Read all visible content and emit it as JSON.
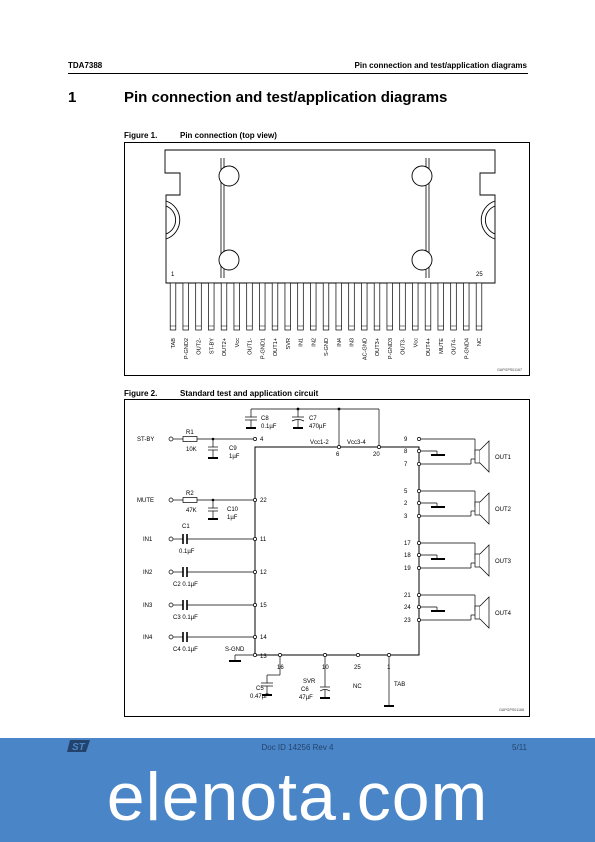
{
  "header": {
    "left": "TDA7388",
    "right": "Pin connection and test/application diagrams"
  },
  "section": {
    "number": "1",
    "title": "Pin connection and test/application diagrams"
  },
  "figure1": {
    "label": "Figure 1.",
    "caption": "Pin connection (top view)",
    "first_pin": "1",
    "last_pin": "25",
    "pins": [
      "TAB",
      "P-GND2",
      "OUT2-",
      "ST-BY",
      "OUT2+",
      "Vcc",
      "OUT1-",
      "P-GND1",
      "OUT1+",
      "SVR",
      "IN1",
      "IN2",
      "S-GND",
      "IN4",
      "IN3",
      "AC-GND",
      "OUT3+",
      "P-GND3",
      "OUT3-",
      "Vcc",
      "OUT4+",
      "MUTE",
      "OUT4-",
      "P-GND4",
      "NC"
    ],
    "code": "GAPGPS01167"
  },
  "figure2": {
    "label": "Figure 2.",
    "caption": "Standard test and application circuit",
    "code": "GAPGPS01168",
    "supply": {
      "c8": "C8",
      "c8_val": "0.1µF",
      "c7": "C7",
      "c7_val": "470µF",
      "vcc12": "Vcc1-2",
      "vcc34": "Vcc3-4",
      "pin6": "6",
      "pin20": "20"
    },
    "inputs": [
      {
        "name": "ST-BY",
        "pin": "4"
      },
      {
        "name": "MUTE",
        "pin": "22"
      },
      {
        "name": "IN1",
        "pin": "11"
      },
      {
        "name": "IN2",
        "pin": "12"
      },
      {
        "name": "IN3",
        "pin": "15"
      },
      {
        "name": "IN4",
        "pin": "14"
      }
    ],
    "r1": "R1",
    "r1_val": "10K",
    "c9": "C9",
    "c9_val": "1µF",
    "r2": "R2",
    "r2_val": "47K",
    "c10": "C10",
    "c10_val": "1µF",
    "c1": "C1",
    "c1_val": "0.1µF",
    "c2": "C2 0.1µF",
    "c3": "C3 0.1µF",
    "c4": "C4 0.1µF",
    "sgnd": "S-GND",
    "sgnd_pin": "13",
    "bottom": {
      "p16": "16",
      "p10": "10",
      "p25": "25",
      "p1": "1",
      "svr": "SVR",
      "nc": "NC",
      "tab": "TAB",
      "c5": "C5",
      "c5_val": "0.47µF",
      "c6": "C6",
      "c6_val": "47µF"
    },
    "outputs": [
      {
        "name": "OUT1",
        "pins": [
          "9",
          "8",
          "7"
        ]
      },
      {
        "name": "OUT2",
        "pins": [
          "5",
          "2",
          "3"
        ]
      },
      {
        "name": "OUT3",
        "pins": [
          "17",
          "18",
          "19"
        ]
      },
      {
        "name": "OUT4",
        "pins": [
          "21",
          "24",
          "23"
        ]
      }
    ]
  },
  "footer": {
    "doc_id": "Doc ID 14256 Rev 4",
    "page": "5/11",
    "watermark": "elenota.com"
  }
}
